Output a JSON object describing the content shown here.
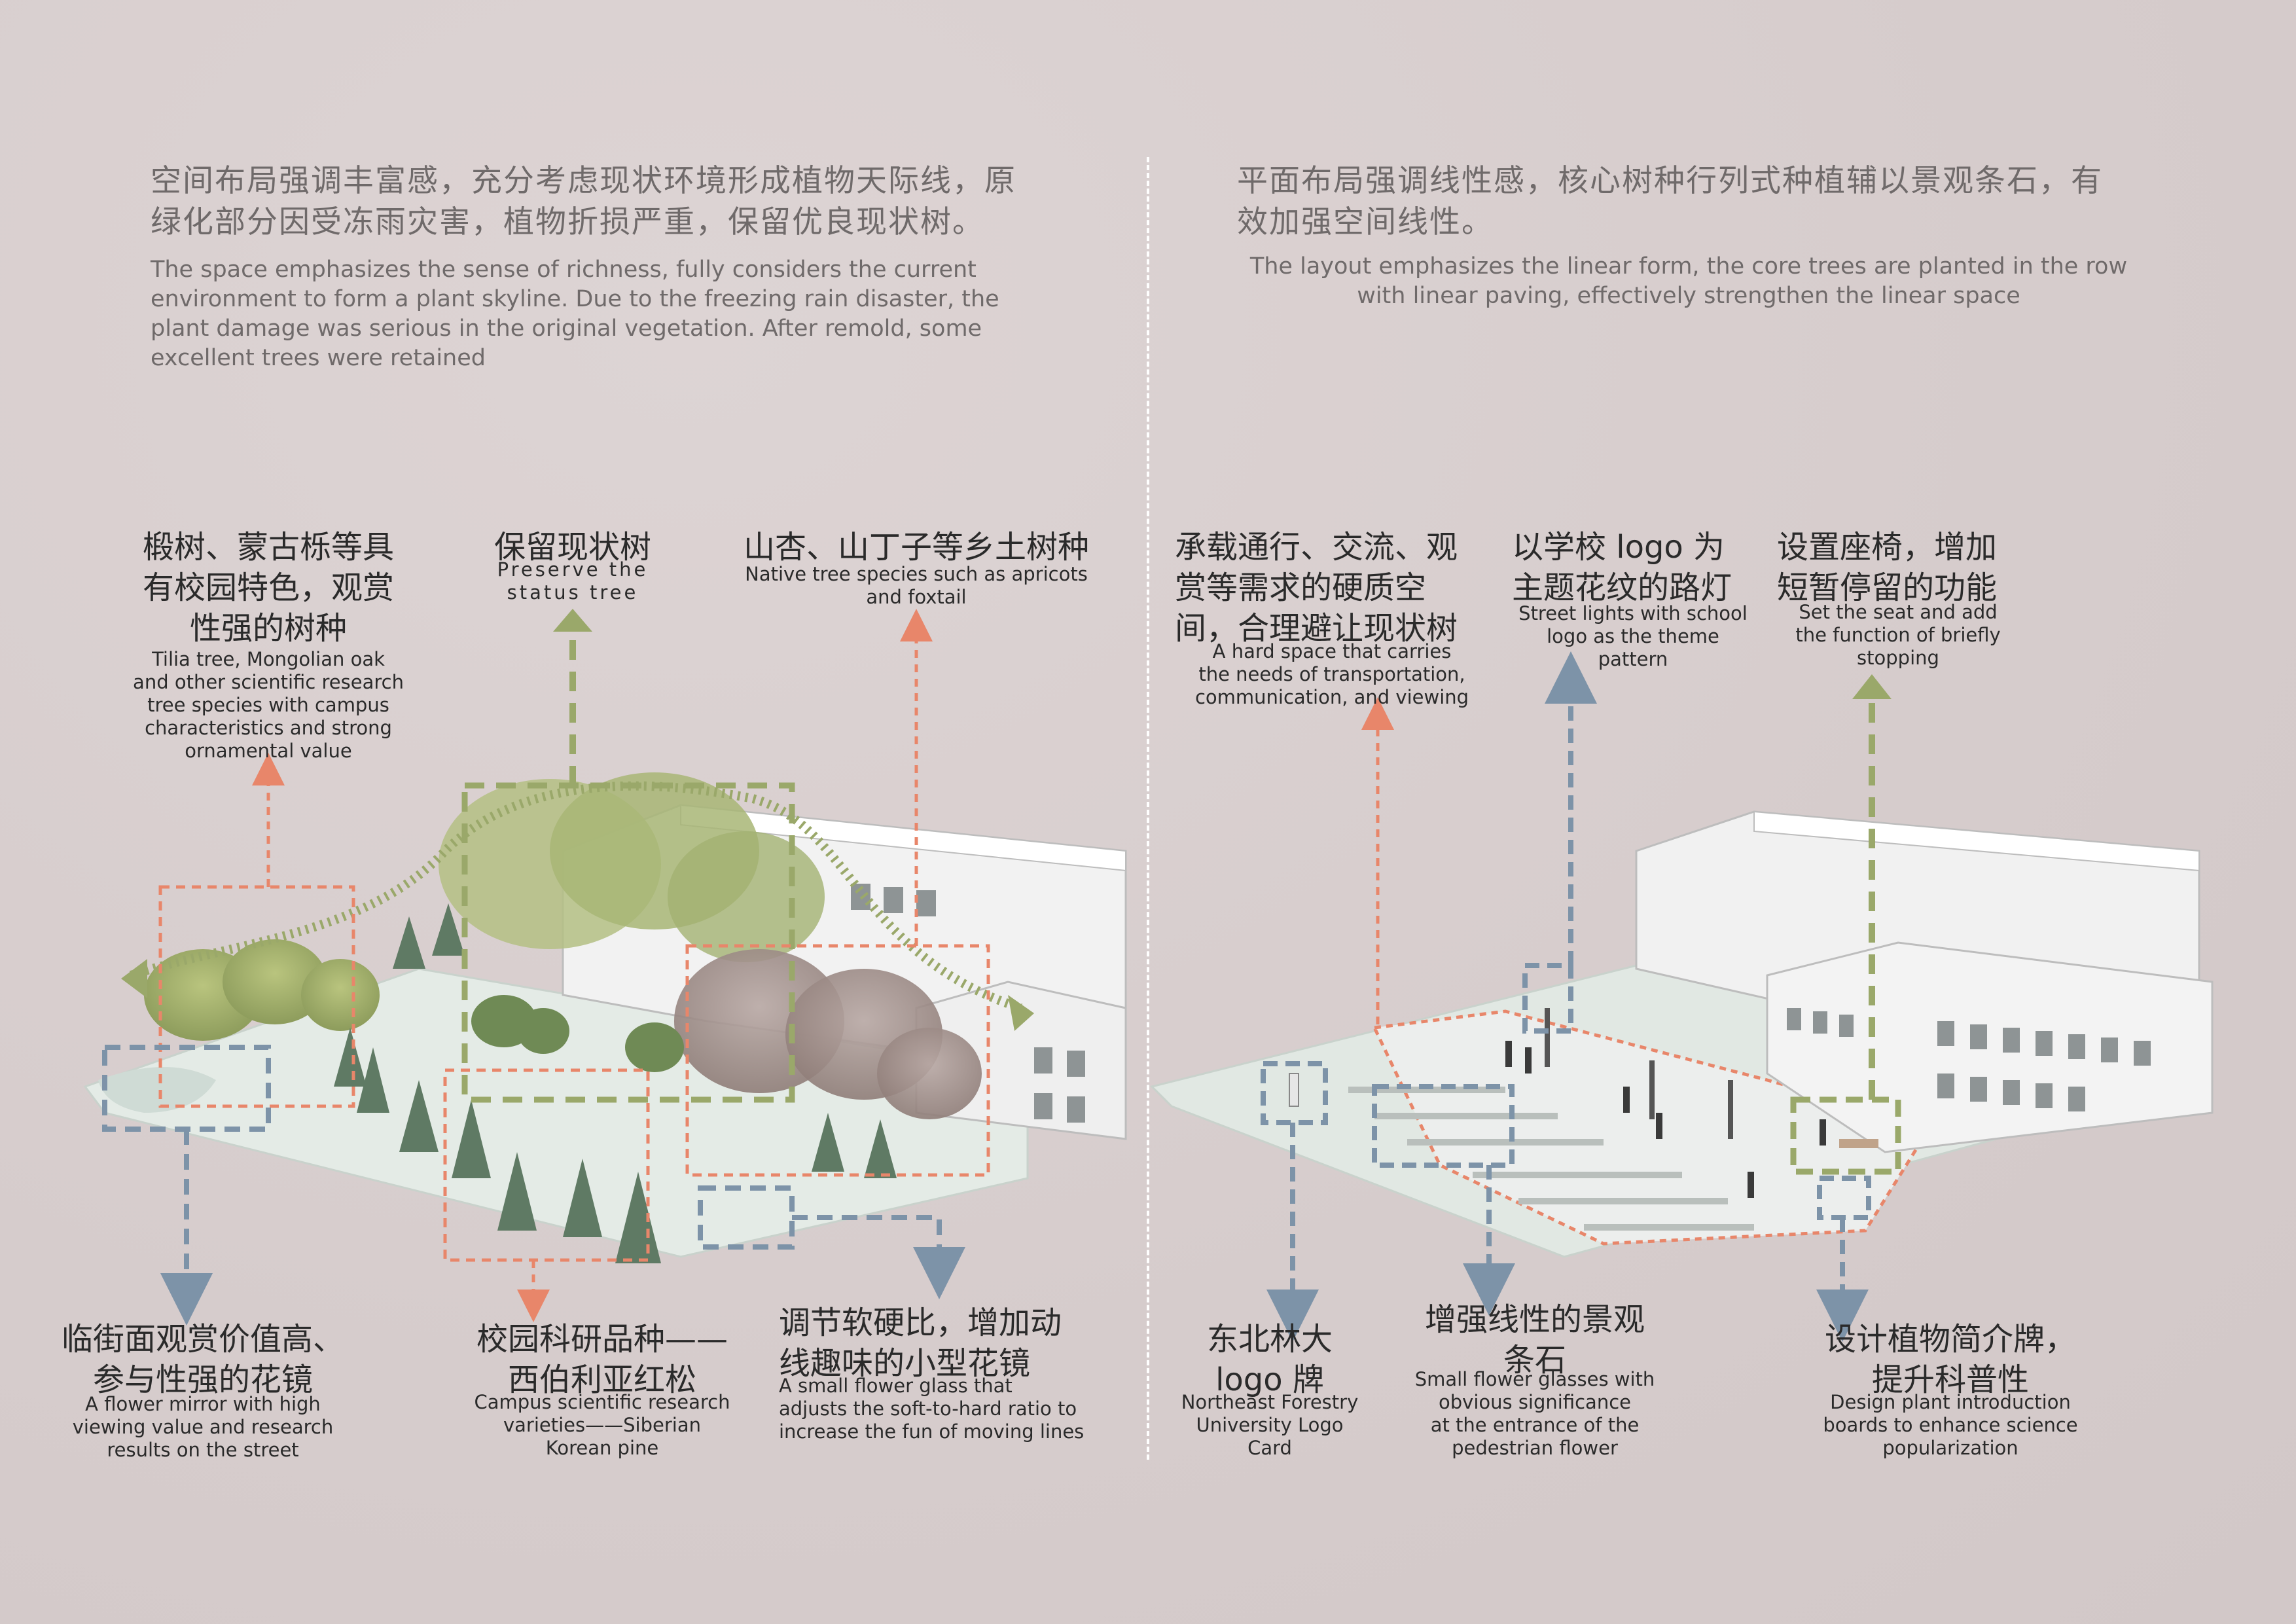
{
  "left": {
    "intro_cn": "空间布局强调丰富感，充分考虑现状环境形成植物天际线，原\n绿化部分因受冻雨灾害，植物折损严重，保留优良现状树。",
    "intro_en": "The space emphasizes the sense of richness, fully considers the current\nenvironment to form a plant skyline. Due to the freezing rain disaster, the\nplant damage was serious in the original vegetation. After remold, some\nexcellent trees were retained",
    "labels": [
      {
        "cn": "椴树、蒙古栎等具\n有校园特色，观赏\n性强的树种",
        "en": "Tilia tree, Mongolian oak\nand other scientific research\ntree species with campus\ncharacteristics and strong\nornamental value"
      },
      {
        "cn": "保留现状树",
        "en": "Preserve the\nstatus tree"
      },
      {
        "cn": "山杏、山丁子等乡土树种",
        "en": "Native tree species such as apricots\nand foxtail"
      },
      {
        "cn": "临街面观赏价值高、\n参与性强的花镜",
        "en": "A flower mirror with high\nviewing value and research\nresults on the street"
      },
      {
        "cn": "校园科研品种——\n西伯利亚红松",
        "en": "Campus scientific research\nvarieties——Siberian\nKorean pine"
      },
      {
        "cn": "调节软硬比，增加动\n线趣味的小型花镜",
        "en": "A small flower glass that\nadjusts the soft-to-hard ratio to\nincrease the fun of moving lines"
      }
    ]
  },
  "right": {
    "intro_cn": "平面布局强调线性感，核心树种行列式种植辅以景观条石，有\n效加强空间线性。",
    "intro_en": "The layout emphasizes the linear form, the core trees are planted in the row\nwith linear paving, effectively strengthen the linear space",
    "labels": [
      {
        "cn": "承载通行、交流、观\n赏等需求的硬质空\n间，合理避让现状树",
        "en": "A hard space that carries\nthe needs of transportation,\ncommunication, and viewing"
      },
      {
        "cn": "以学校 logo 为\n主题花纹的路灯",
        "en": "Street lights with school\nlogo as the theme\npattern"
      },
      {
        "cn": "设置座椅，增加\n短暂停留的功能",
        "en": "Set the seat and add\nthe function of briefly\nstopping"
      },
      {
        "cn": "东北林大\nlogo 牌",
        "en": "Northeast Forestry\nUniversity Logo\nCard"
      },
      {
        "cn": "增强线性的景观\n条石",
        "en": "Small flower glasses with\nobvious significance\nat the entrance of the\npedestrian flower"
      },
      {
        "cn": "设计植物简介牌，\n提升科普性",
        "en": "Design plant introduction\nboards to enhance science\npopularization"
      }
    ]
  },
  "colors": {
    "background": "#d9cfcf",
    "orange_dash": "#e8866a",
    "green_dash": "#9aa86a",
    "blue_dash": "#7d93a8",
    "ground": "#dfe6e1",
    "building": "#f4f4f4"
  }
}
